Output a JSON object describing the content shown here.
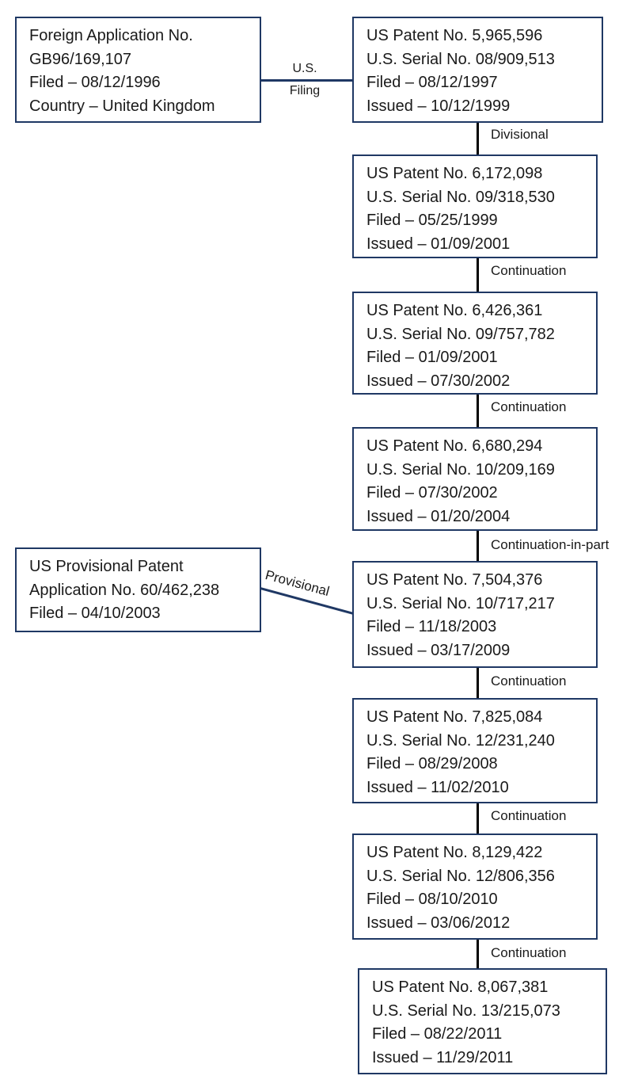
{
  "nodes": {
    "foreign_application": {
      "lines": [
        "Foreign Application No.",
        "GB96/169,107",
        "Filed – 08/12/1996",
        "Country – United Kingdom"
      ]
    },
    "us_patent_5965596": {
      "lines": [
        "US Patent No. 5,965,596",
        "U.S. Serial No. 08/909,513",
        "Filed – 08/12/1997",
        "Issued – 10/12/1999"
      ]
    },
    "us_patent_6172098": {
      "lines": [
        "US Patent No. 6,172,098",
        "U.S. Serial No. 09/318,530",
        "Filed – 05/25/1999",
        "Issued – 01/09/2001"
      ]
    },
    "us_patent_6426361": {
      "lines": [
        "US Patent No. 6,426,361",
        "U.S. Serial No. 09/757,782",
        "Filed – 01/09/2001",
        "Issued – 07/30/2002"
      ]
    },
    "us_patent_6680294": {
      "lines": [
        "US Patent No. 6,680,294",
        "U.S. Serial No. 10/209,169",
        "Filed – 07/30/2002",
        "Issued – 01/20/2004"
      ]
    },
    "us_provisional": {
      "lines": [
        "US Provisional Patent",
        "Application No. 60/462,238",
        "Filed – 04/10/2003"
      ]
    },
    "us_patent_7504376": {
      "lines": [
        "US Patent No. 7,504,376",
        "U.S. Serial No. 10/717,217",
        "Filed – 11/18/2003",
        "Issued – 03/17/2009"
      ]
    },
    "us_patent_7825084": {
      "lines": [
        "US Patent No. 7,825,084",
        "U.S. Serial No. 12/231,240",
        "Filed – 08/29/2008",
        "Issued – 11/02/2010"
      ]
    },
    "us_patent_8129422": {
      "lines": [
        "US Patent No. 8,129,422",
        "U.S. Serial No. 12/806,356",
        "Filed – 08/10/2010",
        "Issued – 03/06/2012"
      ]
    },
    "us_patent_8067381": {
      "lines": [
        "US Patent No. 8,067,381",
        "U.S. Serial No. 13/215,073",
        "Filed – 08/22/2011",
        "Issued – 11/29/2011"
      ]
    }
  },
  "edges": {
    "us_filing": {
      "line1": "U.S.",
      "line2": "Filing"
    },
    "divisional": "Divisional",
    "continuation_1": "Continuation",
    "continuation_2": "Continuation",
    "continuation_in_part": "Continuation-in-part",
    "continuation_3": "Continuation",
    "continuation_4": "Continuation",
    "continuation_5": "Continuation",
    "provisional": "Provisional"
  },
  "colors": {
    "box_border": "#1f3864",
    "connector_line": "#000000",
    "blue_line": "#1f3864",
    "text": "#1a1a1a",
    "background": "#ffffff"
  }
}
